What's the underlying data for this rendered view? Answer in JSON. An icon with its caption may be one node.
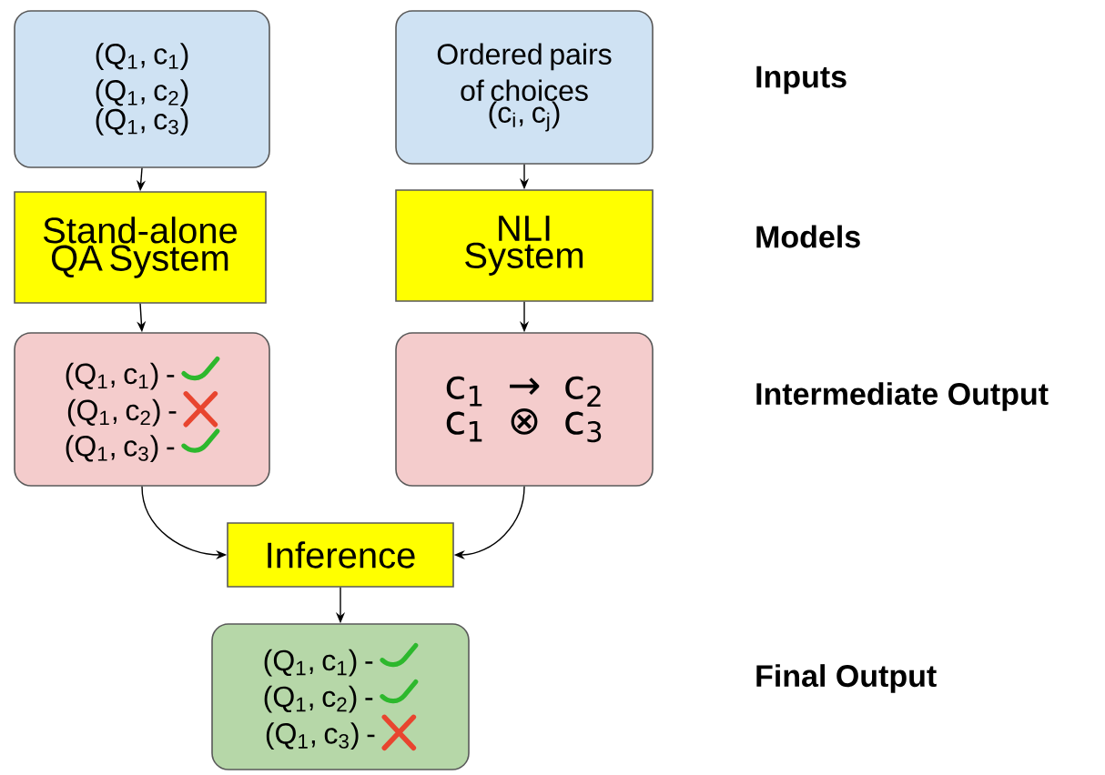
{
  "diagram": {
    "nodes": [
      {
        "text": [
          "(Q$_{1}$, c$_{1}$)",
          "(Q$_{1}$, c$_{2}$)",
          "(Q$_{1}$, c$_{3}$)"
        ]
      },
      {
        "text": [
          "Ordered pairs of choices",
          "(c$_{i}$, c$_{j}$)"
        ]
      },
      {
        "text": [
          "Stand-alone QA System"
        ]
      },
      {
        "text": [
          "NLI System"
        ]
      },
      {
        "text": [
          "(Q$_{1}$, c$_{1}$) -",
          "(Q$_{1}$, c$_{2}$) -",
          "(Q$_{1}$, c$_{3}$) -"
        ]
      },
      {
        "text": [
          "c$_{1}$ → c$_{2}$",
          "c$_{1}$ ⊗ c$_{3}$"
        ]
      },
      {
        "text": [
          "Inference"
        ]
      },
      {
        "text": [
          "(Q$_{1}$, c$_{1}$) -",
          "(Q$_{1}$, c$_{2}$) -",
          "(Q$_{1}$, c$_{3}$) -"
        ]
      }
    ],
    "edges": [
      {
        "from": 0,
        "to": 2,
        "arrow": "to"
      },
      {
        "from": 1,
        "to": 3,
        "arrow": "to"
      },
      {
        "from": 2,
        "to": 4,
        "arrow": "to"
      },
      {
        "from": 3,
        "to": 5,
        "arrow": "to"
      },
      {
        "from": 4,
        "to": 6,
        "arrow": "to"
      },
      {
        "from": 5,
        "to": 6,
        "arrow": "to"
      },
      {
        "from": 6,
        "to": 7,
        "arrow": "to"
      }
    ],
    "labels": [
      "Inputs",
      "Models",
      "Intermediate Output",
      "Final Output"
    ]
  }
}
